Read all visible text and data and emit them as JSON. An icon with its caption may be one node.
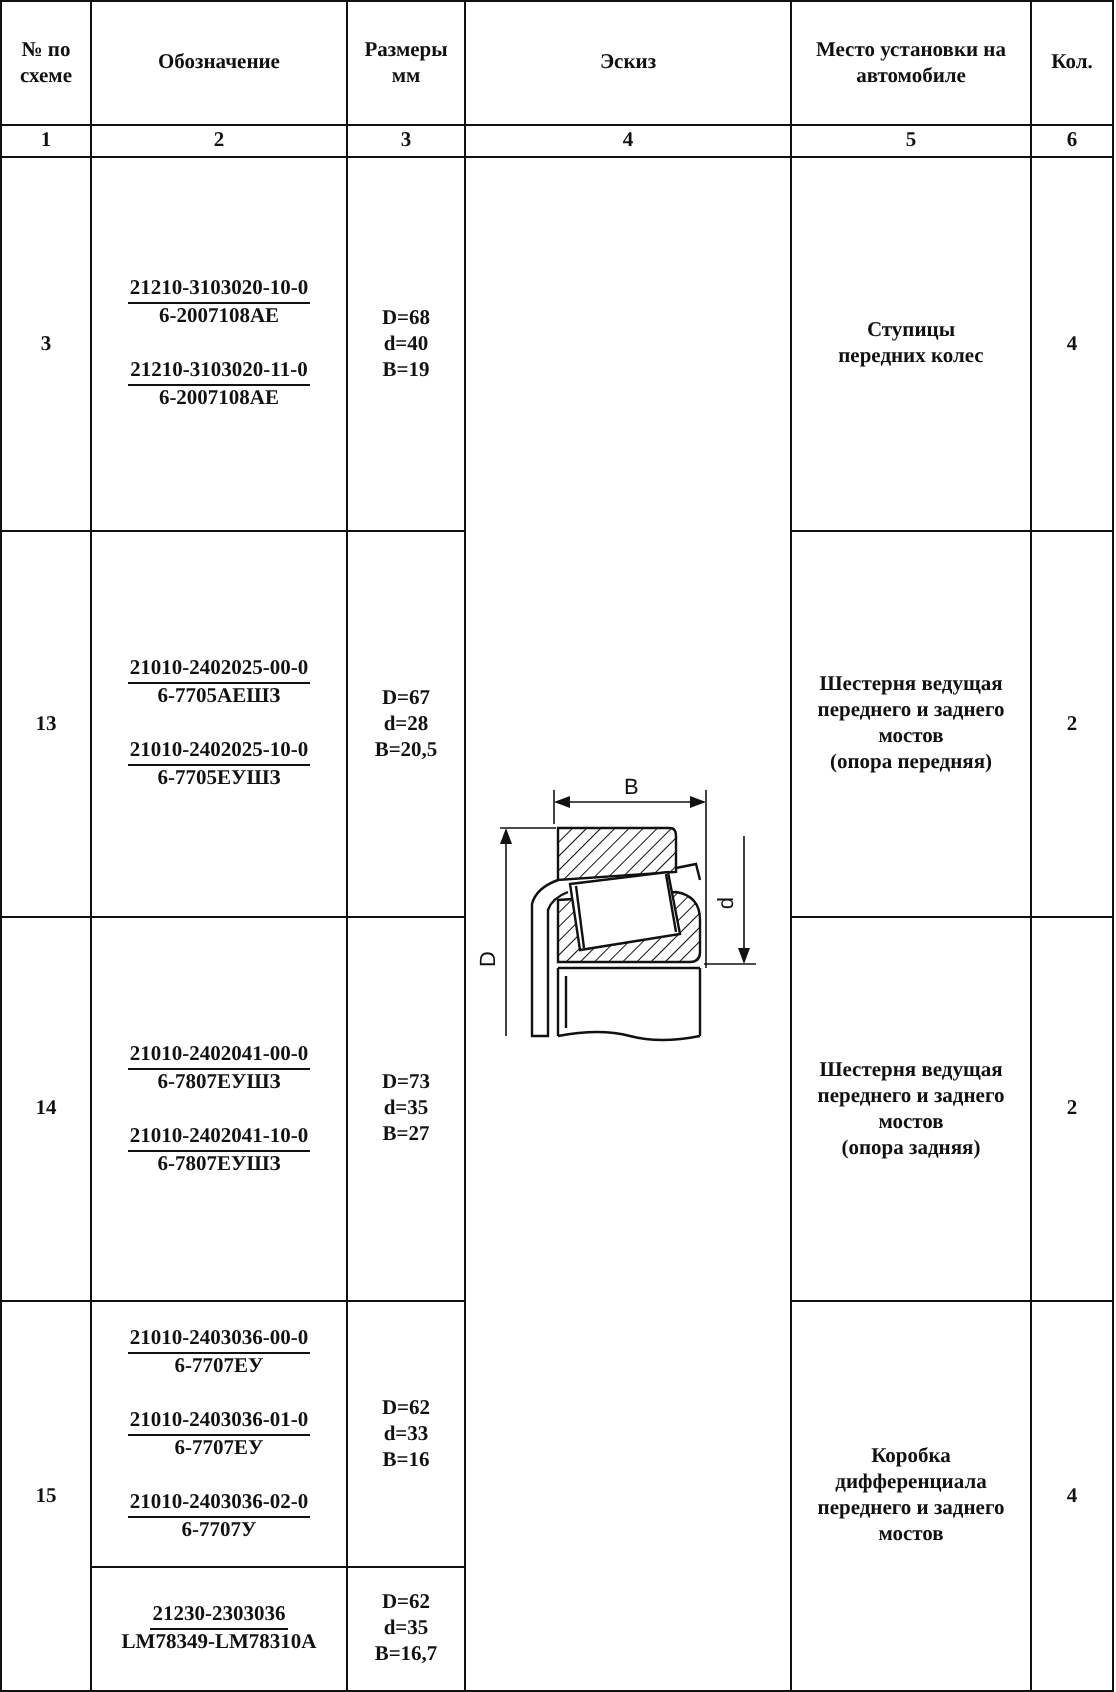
{
  "diagram": {
    "labels": [
      "№ по схеме",
      "Обозначение",
      "Размеры мм",
      "Эскиз",
      "Место установки на автомобиле",
      "Кол.",
      "1",
      "2",
      "3",
      "4",
      "5",
      "6",
      "3",
      "21210-3103020-10-0",
      "6-2007108АЕ",
      "21210-3103020-11-0",
      "6-2007108АЕ",
      "D=68",
      "d=40",
      "B=19",
      "Ступицы передних колес",
      "4",
      "13",
      "21010-2402025-00-0",
      "6-7705АЕШЗ",
      "21010-2402025-10-0",
      "6-7705ЕУШЗ",
      "D=67",
      "d=28",
      "B=20,5",
      "Шестерня ведущая переднего и заднего мостов",
      "(опора передняя)",
      "2",
      "14",
      "21010-2402041-00-0",
      "6-7807ЕУШЗ",
      "21010-2402041-10-0",
      "6-7807ЕУШЗ",
      "D=73",
      "d=35",
      "B=27",
      "Шестерня ведущая переднего и заднего мостов",
      "(опора задняя)",
      "2",
      "15",
      "21010-2403036-00-0",
      "6-7707ЕУ",
      "21010-2403036-01-0",
      "6-7707ЕУ",
      "21010-2403036-02-0",
      "6-7707У",
      "D=62",
      "d=33",
      "B=16",
      "Коробка дифференциала переднего и заднего мостов",
      "4",
      "21230-2303036",
      "LM78349-LM78310A",
      "D=62",
      "d=35",
      "B=16,7",
      "B",
      "D",
      "d"
    ]
  }
}
